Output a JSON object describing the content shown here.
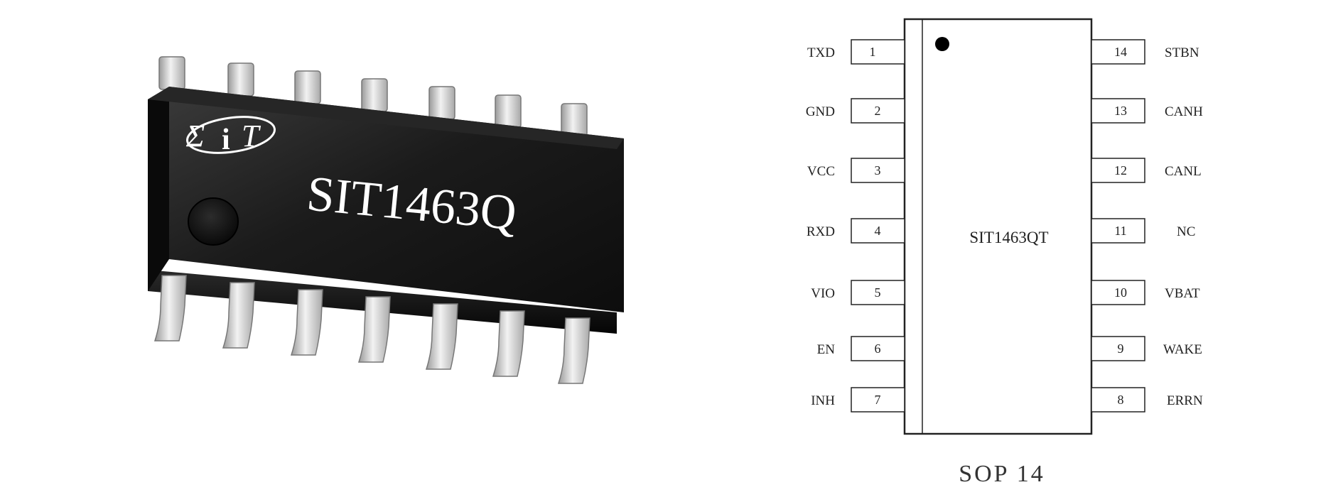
{
  "photo": {
    "logo_text": "SiT",
    "marking": "SIT1463Q",
    "colors": {
      "body": "#151515",
      "leads": "#c9c9c9"
    }
  },
  "pinout": {
    "part_label": "SIT1463QT",
    "package": "SOP 14",
    "left_pins": [
      {
        "num": "1",
        "name": "TXD"
      },
      {
        "num": "2",
        "name": "GND"
      },
      {
        "num": "3",
        "name": "VCC"
      },
      {
        "num": "4",
        "name": "RXD"
      },
      {
        "num": "5",
        "name": "VIO"
      },
      {
        "num": "6",
        "name": "EN"
      },
      {
        "num": "7",
        "name": "INH"
      }
    ],
    "right_pins": [
      {
        "num": "14",
        "name": "STBN"
      },
      {
        "num": "13",
        "name": "CANH"
      },
      {
        "num": "12",
        "name": "CANL"
      },
      {
        "num": "11",
        "name": "NC"
      },
      {
        "num": "10",
        "name": "VBAT"
      },
      {
        "num": "9",
        "name": "WAKE"
      },
      {
        "num": "8",
        "name": "ERRN"
      }
    ]
  }
}
